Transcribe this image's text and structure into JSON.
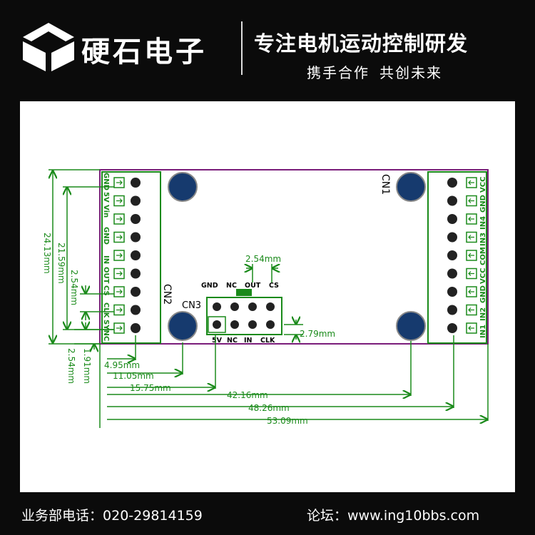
{
  "header": {
    "company": "硬石电子",
    "slogan": "专注电机运动控制研发",
    "tagline": [
      "携手合作",
      "共创未来"
    ]
  },
  "board": {
    "cn1": "CN1",
    "cn2": "CN2",
    "cn3": "CN3",
    "left_pins": [
      "GND",
      "5V",
      "Vin",
      "GND",
      "IN",
      "OUT",
      "CS",
      "CLK",
      "SYNC"
    ],
    "right_pins": [
      "VCC",
      "GND",
      "IN4",
      "IN3",
      "COM",
      "VCC",
      "GND",
      "IN2",
      "IN1"
    ],
    "cn3_top_labels": [
      "GND",
      "NC",
      "OUT",
      "CS"
    ],
    "cn3_bottom_labels": [
      "5V",
      "NC",
      "IN",
      "CLK"
    ]
  },
  "dimensions": {
    "pitch_top": "2.54mm",
    "cn3_height": "2.79mm",
    "height_total": "24.13mm",
    "height_pins": "21.59mm",
    "pitch_left": "2.54mm",
    "bottom_offset": "1.91mm",
    "bottom_offset2": "2.54mm",
    "d1": "4.95mm",
    "d2": "11.05mm",
    "d3": "15.75mm",
    "d4": "42.16mm",
    "d5": "48.26mm",
    "d6": "53.09mm"
  },
  "colors": {
    "dim": "#1a8a1a",
    "outline": "#7a1d7a",
    "hole": "#163a6e"
  },
  "footer": {
    "phone_label": "业务部电话：",
    "phone": "020-29814159",
    "forum_label": "论坛：",
    "forum": "www.ing10bbs.com"
  }
}
